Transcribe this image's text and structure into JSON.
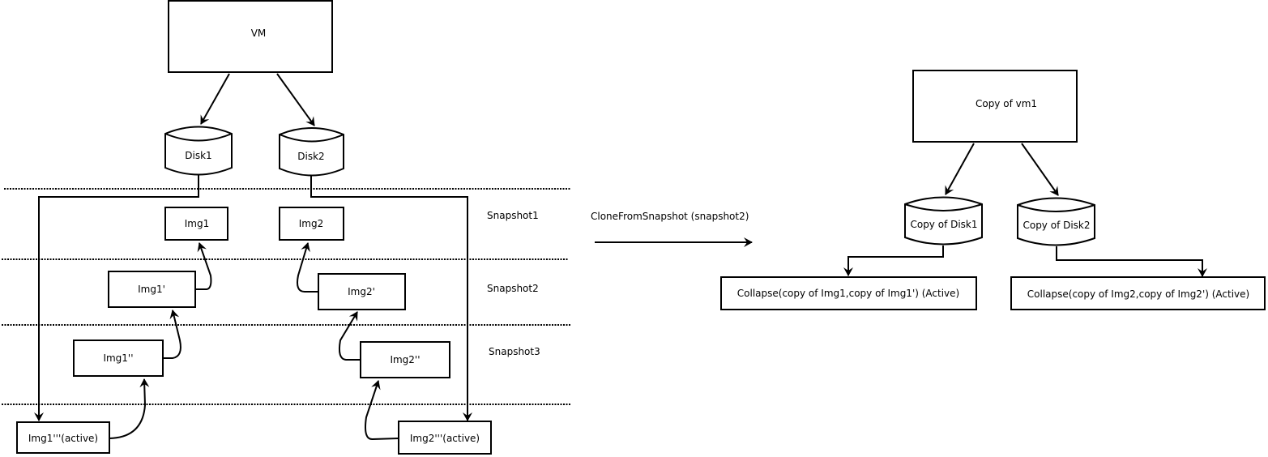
{
  "left": {
    "vm": {
      "label": "VM"
    },
    "disks": [
      {
        "label": "Disk1"
      },
      {
        "label": "Disk2"
      }
    ],
    "snapshot_labels": [
      "Snapshot1",
      "Snapshot2",
      "Snapshot3"
    ],
    "images": {
      "img1": "Img1",
      "img2": "Img2",
      "img1p": "Img1'",
      "img2p": "Img2'",
      "img1pp": "Img1''",
      "img2pp": "Img2''",
      "img1ppp": "Img1'''(active)",
      "img2ppp": "Img2'''(active)"
    }
  },
  "operation": {
    "label": "CloneFromSnapshot (snapshot2)"
  },
  "right": {
    "vm": {
      "label": "Copy of vm1"
    },
    "disks": [
      {
        "label": "Copy of Disk1"
      },
      {
        "label": "Copy of Disk2"
      }
    ],
    "collapsed": [
      {
        "label": "Collapse(copy of Img1,copy of Img1') (Active)"
      },
      {
        "label": "Collapse(copy of Img2,copy of Img2') (Active)"
      }
    ]
  }
}
